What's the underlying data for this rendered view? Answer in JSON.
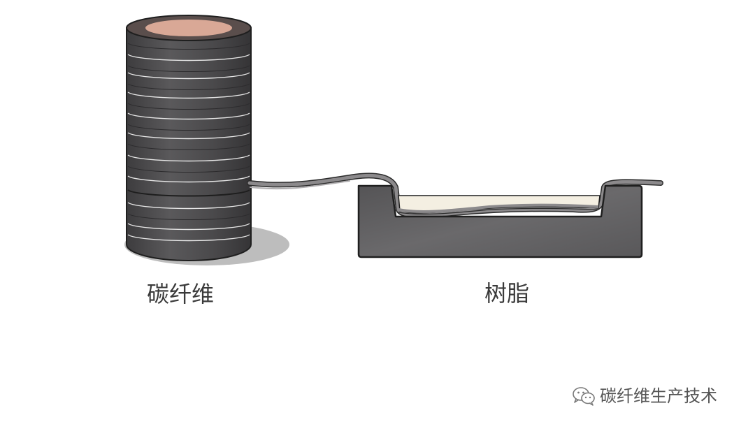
{
  "labels": {
    "carbon_fiber": "碳纤维",
    "resin": "树脂"
  },
  "watermark": {
    "icon": "wechat-icon",
    "text": "碳纤维生产技术"
  },
  "colors": {
    "spool_body": "#4b4a4c",
    "spool_top": "#d9a896",
    "spool_top_rim": "#5a4e4c",
    "shadow": "#bdbdbd",
    "tray": "#5e5d5f",
    "resin": "#f4efe2",
    "fiber_ribbon": "#8c8a8c",
    "fiber_stripe": "#e2e2e2"
  }
}
